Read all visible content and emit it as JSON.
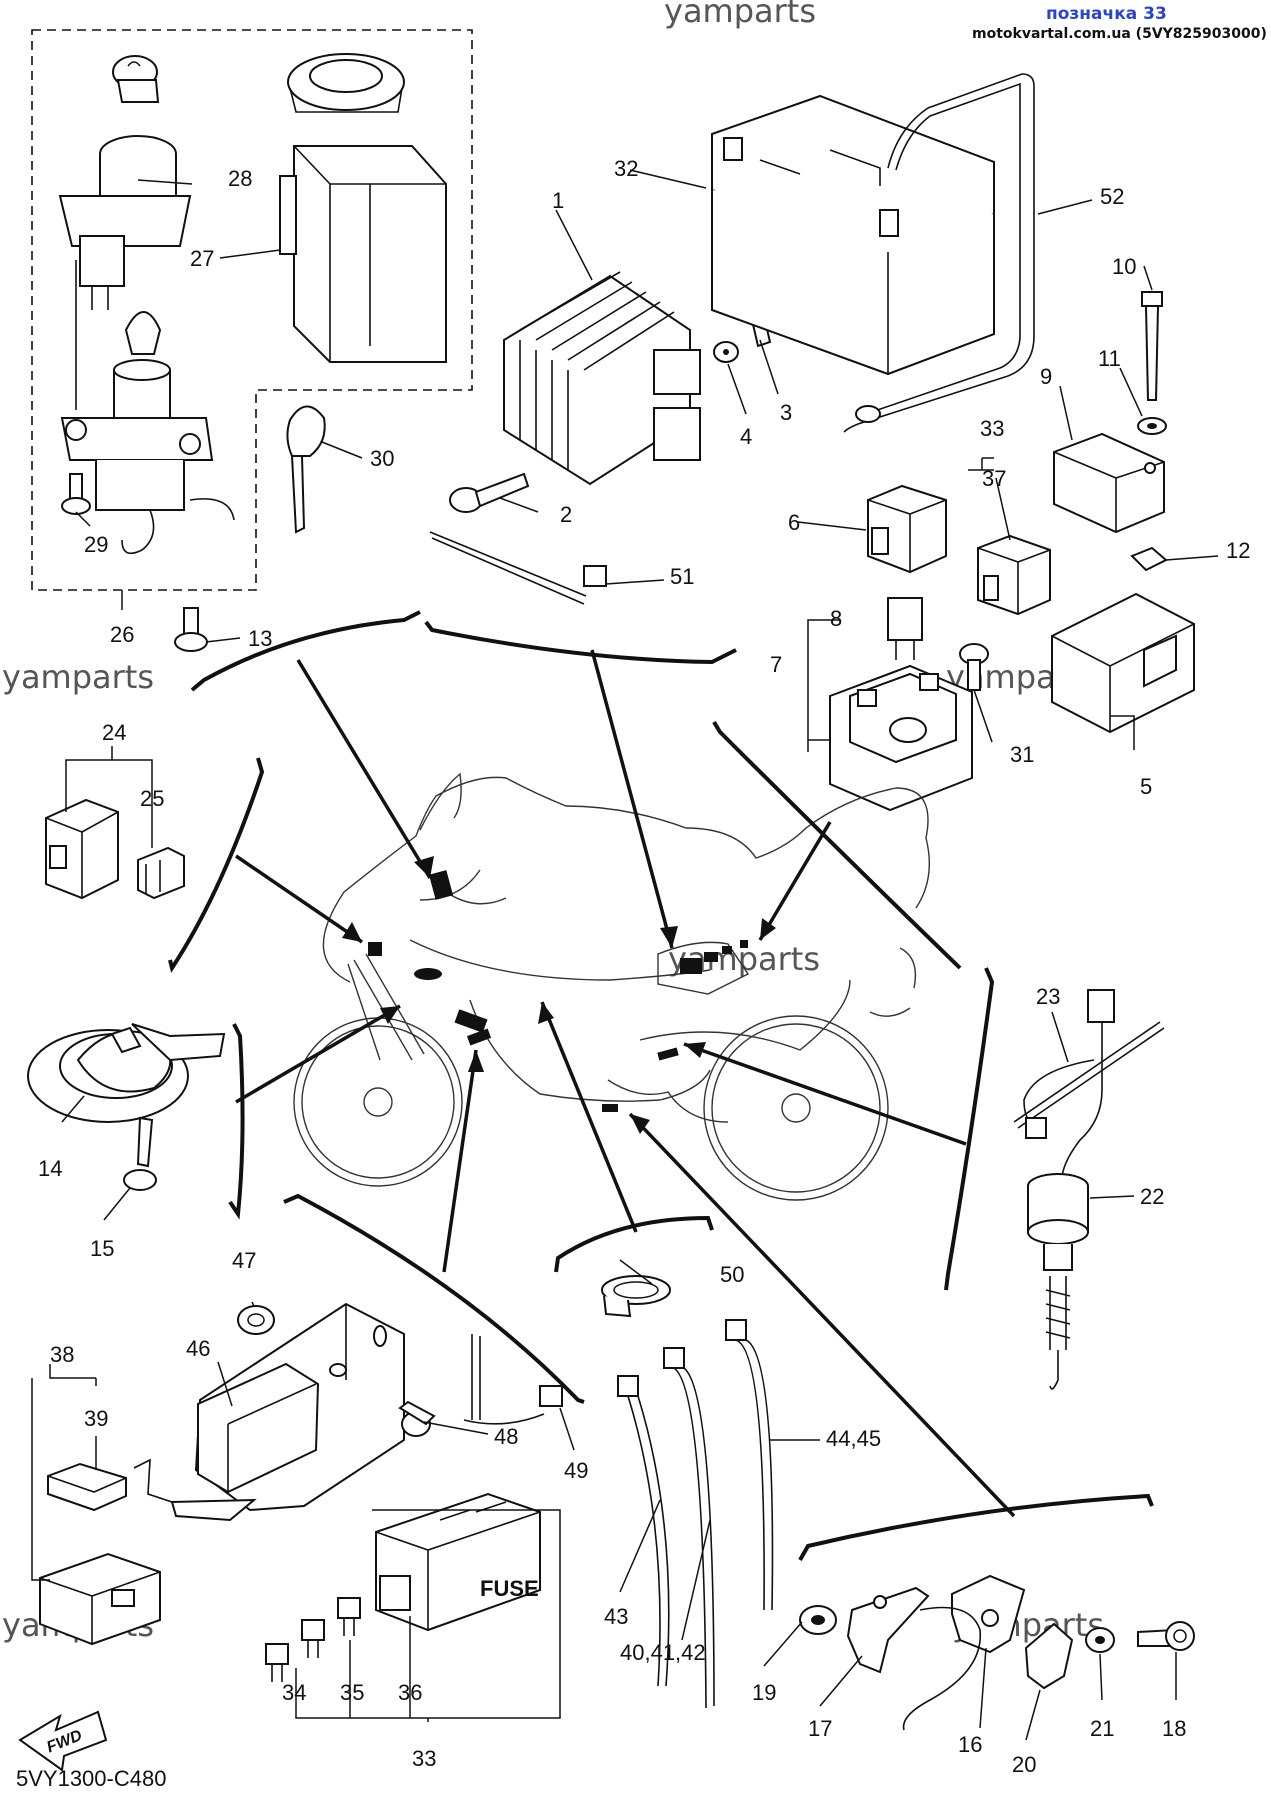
{
  "header": {
    "label": "позначка 33",
    "site": "motokvartal.com.ua (5VY825903000)",
    "accent_color": "#2a45c9"
  },
  "watermarks": [
    "yamparts",
    "yamparts",
    "yamparts",
    "yamparts",
    "yamparts",
    "yamparts",
    "yamparts"
  ],
  "diagram_code": "5VY1300-C480",
  "fwd_label": "FWD",
  "fuse_label": "FUSE",
  "callouts": [
    {
      "id": "c1",
      "text": "1"
    },
    {
      "id": "c2",
      "text": "2"
    },
    {
      "id": "c3",
      "text": "3"
    },
    {
      "id": "c4",
      "text": "4"
    },
    {
      "id": "c5",
      "text": "5"
    },
    {
      "id": "c6",
      "text": "6"
    },
    {
      "id": "c7",
      "text": "7"
    },
    {
      "id": "c8",
      "text": "8"
    },
    {
      "id": "c9",
      "text": "9"
    },
    {
      "id": "c10",
      "text": "10"
    },
    {
      "id": "c11",
      "text": "11"
    },
    {
      "id": "c12",
      "text": "12"
    },
    {
      "id": "c13",
      "text": "13"
    },
    {
      "id": "c14",
      "text": "14"
    },
    {
      "id": "c15",
      "text": "15"
    },
    {
      "id": "c16",
      "text": "16"
    },
    {
      "id": "c17",
      "text": "17"
    },
    {
      "id": "c18",
      "text": "18"
    },
    {
      "id": "c19",
      "text": "19"
    },
    {
      "id": "c20",
      "text": "20"
    },
    {
      "id": "c21",
      "text": "21"
    },
    {
      "id": "c22",
      "text": "22"
    },
    {
      "id": "c23",
      "text": "23"
    },
    {
      "id": "c24",
      "text": "24"
    },
    {
      "id": "c25",
      "text": "25"
    },
    {
      "id": "c26",
      "text": "26"
    },
    {
      "id": "c27",
      "text": "27"
    },
    {
      "id": "c28",
      "text": "28"
    },
    {
      "id": "c29",
      "text": "29"
    },
    {
      "id": "c30",
      "text": "30"
    },
    {
      "id": "c31",
      "text": "31"
    },
    {
      "id": "c32",
      "text": "32"
    },
    {
      "id": "c33a",
      "text": "33"
    },
    {
      "id": "c33b",
      "text": "33"
    },
    {
      "id": "c34",
      "text": "34"
    },
    {
      "id": "c35",
      "text": "35"
    },
    {
      "id": "c36",
      "text": "36"
    },
    {
      "id": "c37",
      "text": "37"
    },
    {
      "id": "c38",
      "text": "38"
    },
    {
      "id": "c39",
      "text": "39"
    },
    {
      "id": "c404142",
      "text": "40,41,42"
    },
    {
      "id": "c43",
      "text": "43"
    },
    {
      "id": "c4445",
      "text": "44,45"
    },
    {
      "id": "c46",
      "text": "46"
    },
    {
      "id": "c47",
      "text": "47"
    },
    {
      "id": "c48",
      "text": "48"
    },
    {
      "id": "c49",
      "text": "49"
    },
    {
      "id": "c50",
      "text": "50"
    },
    {
      "id": "c51",
      "text": "51"
    },
    {
      "id": "c52",
      "text": "52"
    }
  ]
}
